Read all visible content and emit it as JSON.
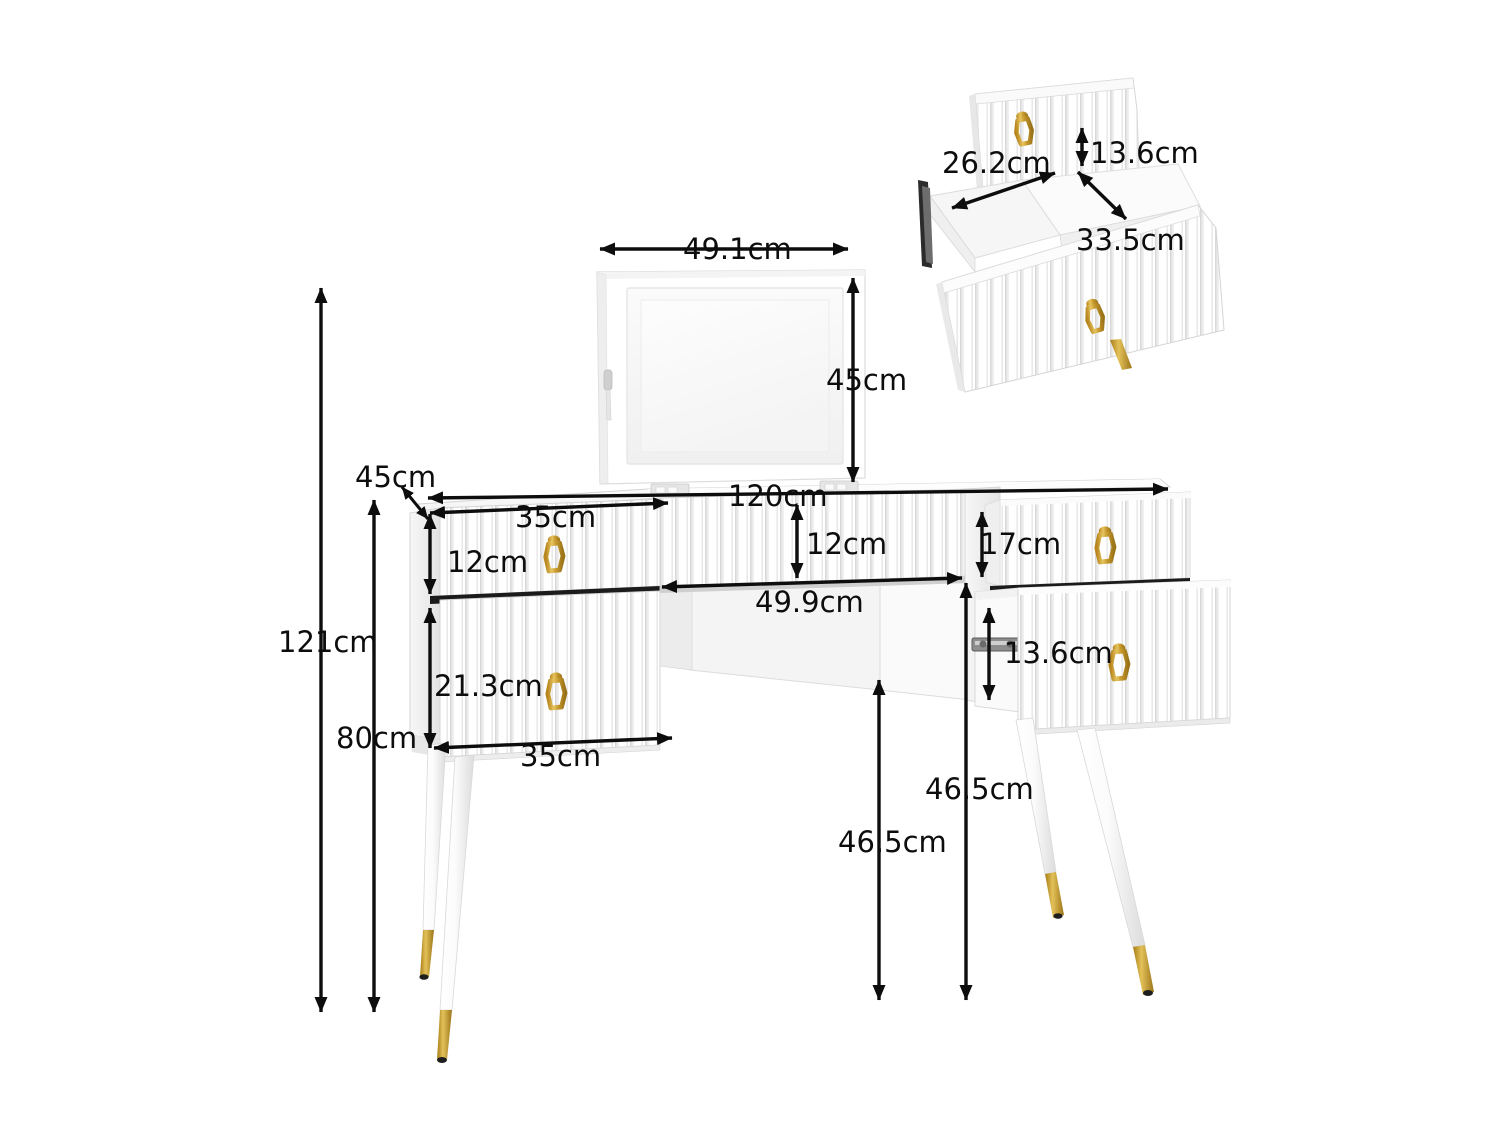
{
  "diagram": {
    "title": "Vanity Desk Dimension Diagram",
    "background_color": "#ffffff",
    "line_color": "#0d0d0d",
    "product": {
      "name": "fluted-vanity-dressing-table",
      "body_color": "#ffffff",
      "shadow_color": "#e9e9e9",
      "hardware_color": "#c79a2e",
      "leg_tip_color": "#c49a2c"
    },
    "dimensions": {
      "overall_height": "121cm",
      "desk_height": "80cm",
      "desk_depth": "45cm",
      "tabletop_width": "120cm",
      "mirror_width": "49.1cm",
      "mirror_height": "45cm",
      "side_cabinet_width": "35cm",
      "side_cabinet_width_bottom": "35cm",
      "top_drawer_height_left": "12cm",
      "top_drawer_height_right": "12cm",
      "bottom_drawer_height_left": "21.3cm",
      "knee_space_width": "49.9cm",
      "knee_space_height_center": "46.5cm",
      "knee_space_height_right": "46.5cm",
      "right_small_drawer_height": "17cm",
      "right_drawer_inner_height": "13.6cm",
      "detail_drawer_inner_width": "26.2cm",
      "detail_drawer_inner_height": "13.6cm",
      "detail_drawer_inner_depth": "33.5cm"
    },
    "labels": {
      "h121": "121cm",
      "h80": "80cm",
      "d45": "45cm",
      "w120": "120cm",
      "mirror_w": "49.1cm",
      "mirror_h": "45cm",
      "w35_top": "35cm",
      "w35_bottom": "35cm",
      "h12_left": "12cm",
      "h12_right": "12cm",
      "h213": "21.3cm",
      "w499": "49.9cm",
      "h465_center": "46.5cm",
      "h465_right": "46.5cm",
      "h17": "17cm",
      "h136_right": "13.6cm",
      "det_262": "26.2cm",
      "det_136": "13.6cm",
      "det_335": "33.5cm"
    }
  }
}
